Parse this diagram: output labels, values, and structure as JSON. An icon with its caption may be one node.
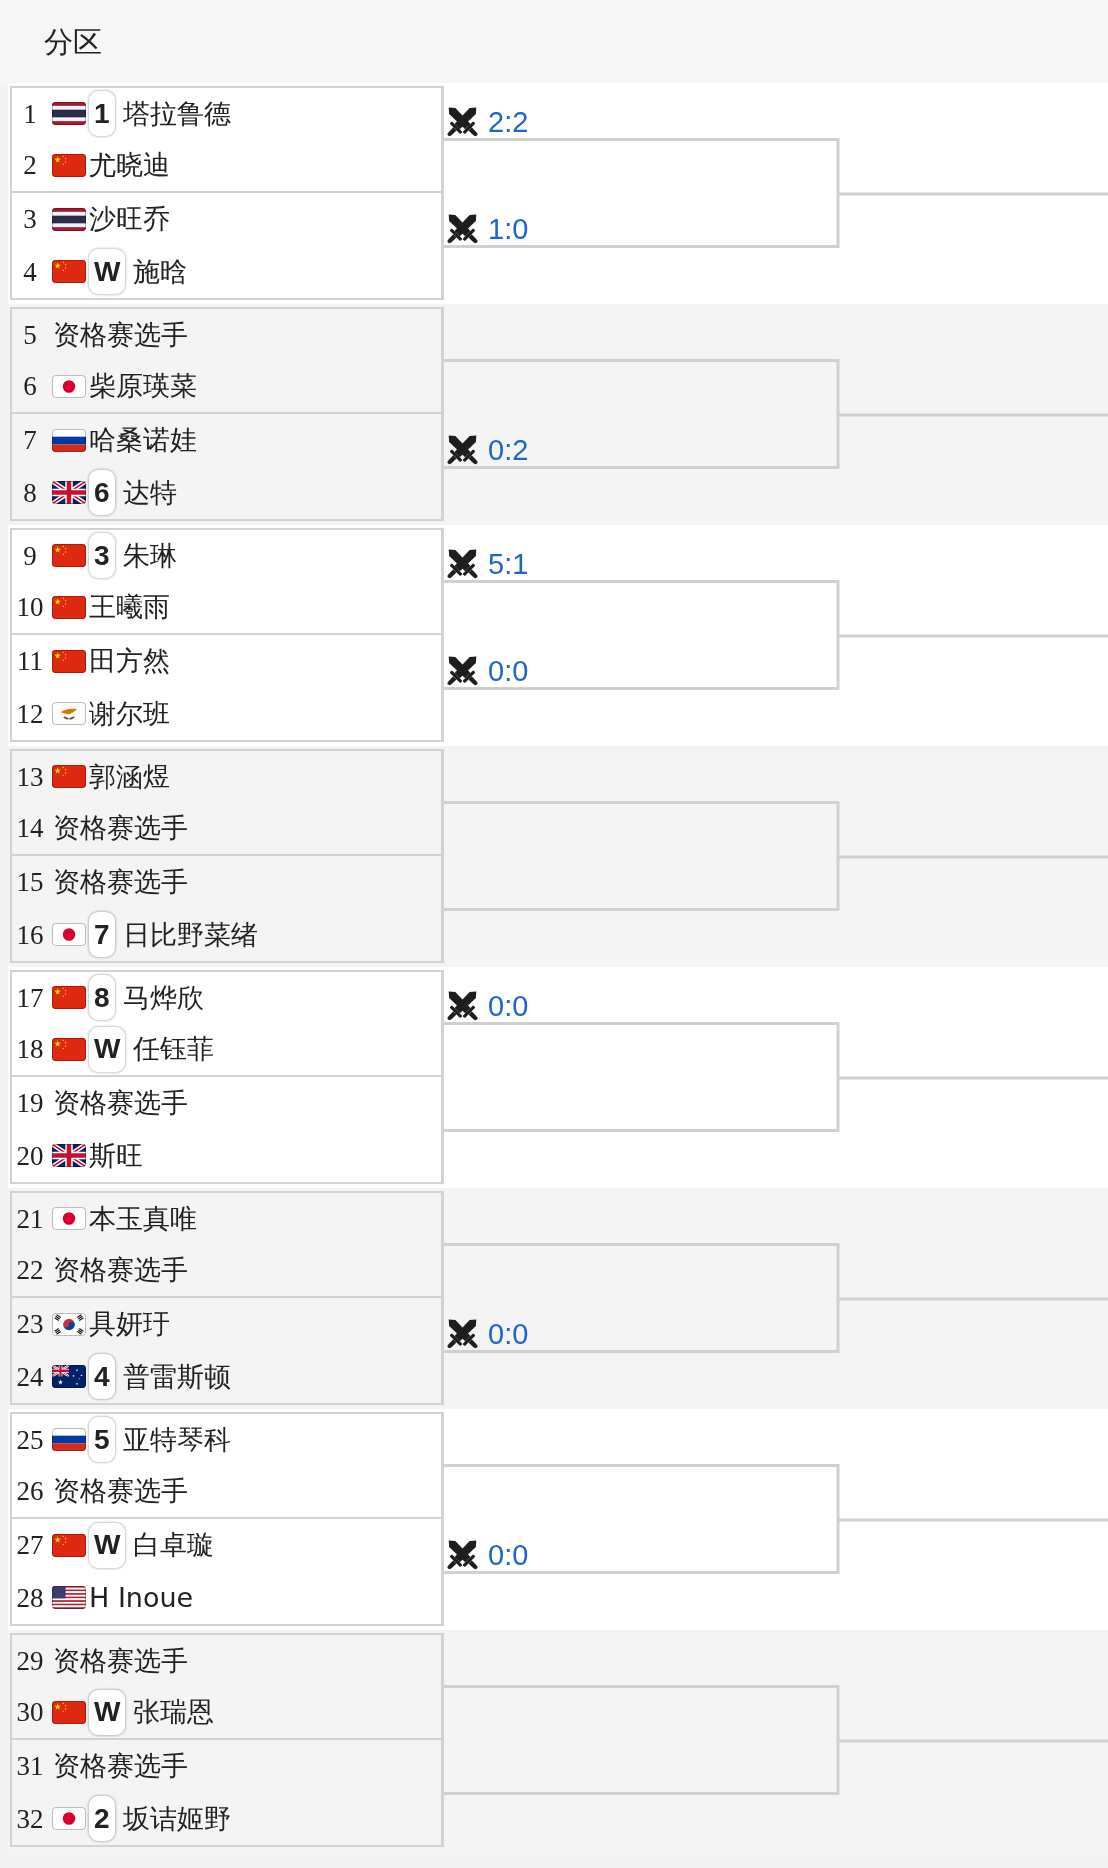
{
  "diagram": {
    "title": "分区",
    "nodes": [
      {
        "text": [],
        "shape": "band"
      },
      {
        "text": [],
        "shape": "box",
        "in": 0
      },
      {
        "text": [
          "1",
          "1",
          "塔拉鲁德"
        ],
        "in": 1
      },
      {
        "text": [
          "2",
          "尤晓迪"
        ],
        "in": 1
      },
      {
        "text": [],
        "shape": "box",
        "in": 0
      },
      {
        "text": [
          "3",
          "沙旺乔"
        ],
        "in": 4
      },
      {
        "text": [
          "4",
          "W",
          "施晗"
        ],
        "in": 4
      },
      {
        "text": [],
        "shape": "band"
      },
      {
        "text": [],
        "shape": "box",
        "in": 7
      },
      {
        "text": [
          "5",
          "资格赛选手"
        ],
        "in": 8
      },
      {
        "text": [
          "6",
          "柴原瑛菜"
        ],
        "in": 8
      },
      {
        "text": [],
        "shape": "box",
        "in": 7
      },
      {
        "text": [
          "7",
          "哈桑诺娃"
        ],
        "in": 11
      },
      {
        "text": [
          "8",
          "6",
          "达特"
        ],
        "in": 11
      },
      {
        "text": [],
        "shape": "band"
      },
      {
        "text": [],
        "shape": "box",
        "in": 14
      },
      {
        "text": [
          "9",
          "3",
          "朱琳"
        ],
        "in": 15
      },
      {
        "text": [
          "10",
          "王曦雨"
        ],
        "in": 15
      },
      {
        "text": [],
        "shape": "box",
        "in": 14
      },
      {
        "text": [
          "11",
          "田方然"
        ],
        "in": 18
      },
      {
        "text": [
          "12",
          "谢尔班"
        ],
        "in": 18
      },
      {
        "text": [],
        "shape": "band"
      },
      {
        "text": [],
        "shape": "box",
        "in": 21
      },
      {
        "text": [
          "13",
          "郭涵煜"
        ],
        "in": 22
      },
      {
        "text": [
          "14",
          "资格赛选手"
        ],
        "in": 22
      },
      {
        "text": [],
        "shape": "box",
        "in": 21
      },
      {
        "text": [
          "15",
          "资格赛选手"
        ],
        "in": 25
      },
      {
        "text": [
          "16",
          "7",
          "日比野菜绪"
        ],
        "in": 25
      },
      {
        "text": [],
        "shape": "band"
      },
      {
        "text": [],
        "shape": "box",
        "in": 28
      },
      {
        "text": [
          "17",
          "8",
          "马烨欣"
        ],
        "in": 29
      },
      {
        "text": [
          "18",
          "W",
          "任钰菲"
        ],
        "in": 29
      },
      {
        "text": [],
        "shape": "box",
        "in": 28
      },
      {
        "text": [
          "19",
          "资格赛选手"
        ],
        "in": 32
      },
      {
        "text": [
          "20",
          "斯旺"
        ],
        "in": 32
      },
      {
        "text": [],
        "shape": "band"
      },
      {
        "text": [],
        "shape": "box",
        "in": 35
      },
      {
        "text": [
          "21",
          "本玉真唯"
        ],
        "in": 36
      },
      {
        "text": [
          "22",
          "资格赛选手"
        ],
        "in": 36
      },
      {
        "text": [],
        "shape": "box",
        "in": 35
      },
      {
        "text": [
          "23",
          "具妍玗"
        ],
        "in": 39
      },
      {
        "text": [
          "24",
          "4",
          "普雷斯顿"
        ],
        "in": 39
      },
      {
        "text": [],
        "shape": "band"
      },
      {
        "text": [],
        "shape": "box",
        "in": 42
      },
      {
        "text": [
          "25",
          "5",
          "亚特琴科"
        ],
        "in": 43
      },
      {
        "text": [
          "26",
          "资格赛选手"
        ],
        "in": 43
      },
      {
        "text": [],
        "shape": "box",
        "in": 42
      },
      {
        "text": [
          "27",
          "W",
          "白卓璇"
        ],
        "in": 46
      },
      {
        "text": [
          "28",
          "H Inoue"
        ],
        "in": 46
      },
      {
        "text": [],
        "shape": "band"
      },
      {
        "text": [],
        "shape": "box",
        "in": 49
      },
      {
        "text": [
          "29",
          "资格赛选手"
        ],
        "in": 50
      },
      {
        "text": [
          "30",
          "W",
          "张瑞恩"
        ],
        "in": 50
      },
      {
        "text": [],
        "shape": "box",
        "in": 49
      },
      {
        "text": [
          "31",
          "资格赛选手"
        ],
        "in": 53
      },
      {
        "text": [
          "32",
          "2",
          "坂诘姬野"
        ],
        "in": 53
      }
    ],
    "edges": [
      {
        "from": 1,
        "to": null,
        "arrow": "none",
        "label": "2:2"
      },
      {
        "from": 4,
        "to": null,
        "arrow": "none",
        "label": "1:0"
      },
      {
        "from": 8,
        "to": null,
        "arrow": "none"
      },
      {
        "from": 11,
        "to": null,
        "arrow": "none",
        "label": "0:2"
      },
      {
        "from": 15,
        "to": null,
        "arrow": "none",
        "label": "5:1"
      },
      {
        "from": 18,
        "to": null,
        "arrow": "none",
        "label": "0:0"
      },
      {
        "from": 22,
        "to": null,
        "arrow": "none"
      },
      {
        "from": 25,
        "to": null,
        "arrow": "none"
      },
      {
        "from": 29,
        "to": null,
        "arrow": "none",
        "label": "0:0"
      },
      {
        "from": 32,
        "to": null,
        "arrow": "none"
      },
      {
        "from": 36,
        "to": null,
        "arrow": "none"
      },
      {
        "from": 39,
        "to": null,
        "arrow": "none",
        "label": "0:0"
      },
      {
        "from": 43,
        "to": null,
        "arrow": "none"
      },
      {
        "from": 46,
        "to": null,
        "arrow": "none",
        "label": "0:0"
      },
      {
        "from": 50,
        "to": null,
        "arrow": "none"
      },
      {
        "from": 53,
        "to": null,
        "arrow": "none"
      }
    ]
  }
}
